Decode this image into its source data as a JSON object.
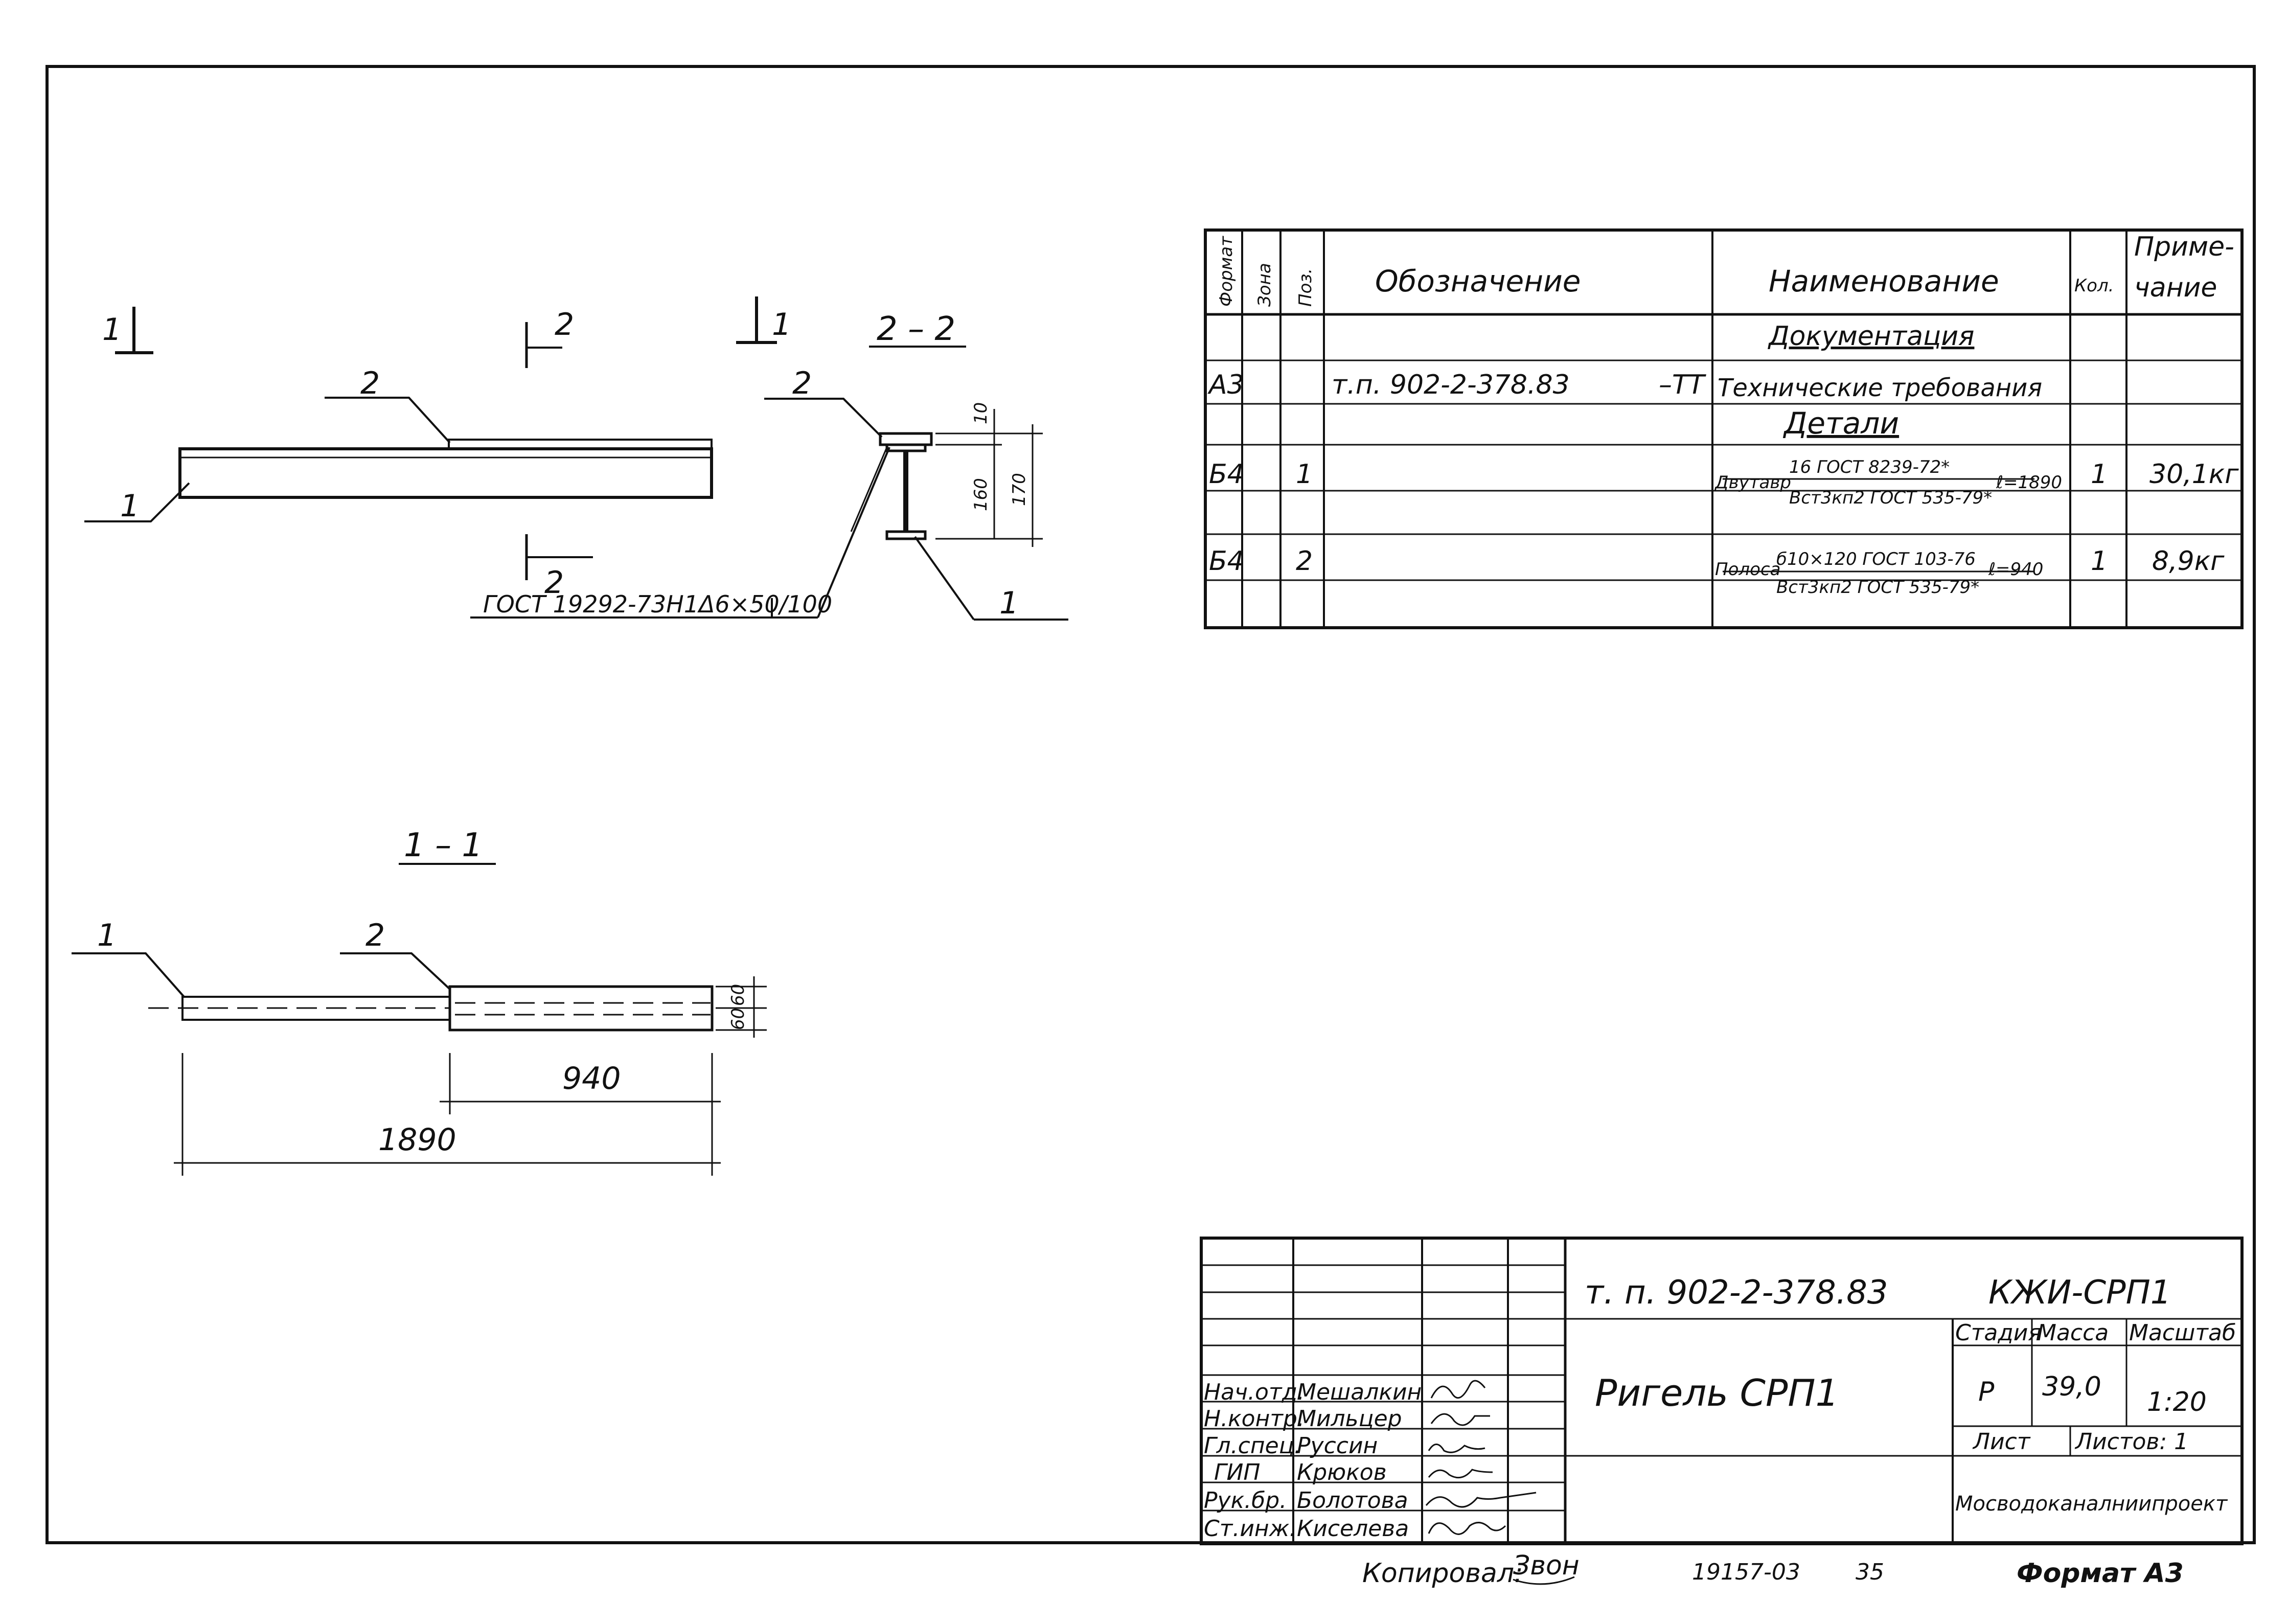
{
  "drawing": {
    "view_1": {
      "cut_marks": [
        {
          "label": "1"
        },
        {
          "label": "2"
        },
        {
          "label": "2"
        },
        {
          "label": "1"
        }
      ],
      "leaders": [
        "2",
        "1"
      ],
      "weld_note": "ГОСТ 19292-73Н1Δ6×50/100"
    },
    "section_2_2": {
      "title": "2 – 2",
      "leaders": [
        "2",
        "1"
      ],
      "dims": [
        "10",
        "160",
        "170"
      ]
    },
    "section_1_1": {
      "title": "1 – 1",
      "leaders": [
        "1",
        "2"
      ],
      "dims": [
        "60",
        "60",
        "940",
        "1890"
      ]
    }
  },
  "spec_table": {
    "headers": {
      "format": "Формат",
      "zone": "Зона",
      "pos": "Поз.",
      "designation": "Обозначение",
      "name": "Наименование",
      "qty": "Кол.",
      "note_1": "Приме-",
      "note_2": "чание"
    },
    "rows": [
      {
        "name": "Документация"
      },
      {
        "format": "А3",
        "designation": "т.п. 902-2-378.83",
        "suffix": "–ТТ",
        "name": "Технические требования"
      },
      {
        "name": "Детали"
      },
      {
        "format": "Б4",
        "pos": "1",
        "name_prefix": "Двутавр",
        "name_top": "16 ГОСТ 8239-72*",
        "name_bottom": "Вст3кп2 ГОСТ 535-79*",
        "length": "ℓ=1890",
        "qty": "1",
        "note": "30,1кг"
      },
      {
        "format": "Б4",
        "pos": "2",
        "name_prefix": "Полоса",
        "name_top": "б10×120 ГОСТ 103-76",
        "name_bottom": "Вст3кп2 ГОСТ 535-79*",
        "length": "ℓ=940",
        "qty": "1",
        "note": "8,9кг"
      }
    ]
  },
  "title_block": {
    "project": "т. п. 902-2-378.83",
    "code": "КЖИ-СРП1",
    "title": "Ригель СРП1",
    "stage_header": "Стадия",
    "mass_header": "Масса",
    "scale_header": "Масштаб",
    "stage": "Р",
    "mass": "39,0",
    "scale": "1:20",
    "sheet_label": "Лист",
    "sheets_label": "Листов: 1",
    "organization": "Мосводоканалниипроект",
    "staff": [
      {
        "role": "Нач.отд.",
        "name": "Мешалкин"
      },
      {
        "role": "Н.контр.",
        "name": "Мильцер"
      },
      {
        "role": "Гл.спец.",
        "name": "Руссин"
      },
      {
        "role": "ГИП",
        "name": "Крюков"
      },
      {
        "role": "Рук.бр.",
        "name": "Болотова"
      },
      {
        "role": "Ст.инж.",
        "name": "Киселева"
      }
    ]
  },
  "footer": {
    "copied_label": "Копировал:",
    "copied_by": "Звон",
    "order": "19157-03",
    "sheet_no": "35",
    "format_label": "Формат А3"
  }
}
